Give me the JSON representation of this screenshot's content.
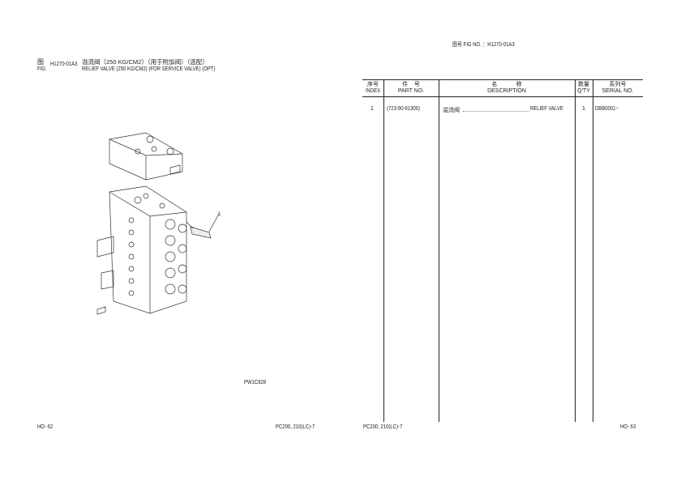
{
  "left_page": {
    "fig_label_cn": "图",
    "fig_label_en": "FIG.",
    "fig_no": "H1270-01A3",
    "title_cn": "溢流阀（250 KG/CM2）（用于附加阀）（选配）",
    "title_en": "RELIEF VALVE (250 KG/CM2) (FOR SERVICE VALVE) (OPT)",
    "callout": "1",
    "illustration_code": "PW1C828",
    "page_no": "HO- 62",
    "model": "PC200, 210(LC)-7"
  },
  "right_page": {
    "fig_header": "图号  FIG NO. ：H1270-01A3",
    "columns": [
      {
        "cn": "序号",
        "en": "INDEX"
      },
      {
        "cn": "件    号",
        "en": "PART NO."
      },
      {
        "cn": "名            称",
        "en": "DESCRIPTION"
      },
      {
        "cn": "数量",
        "en": "Q'TY"
      },
      {
        "cn": "系列号",
        "en": "SERIAL NO."
      }
    ],
    "rows": [
      {
        "index": "1",
        "part_no": "(723-90-61300)",
        "desc_cn": "溢流阀",
        "desc_en": "RELIEF VALVE",
        "qty": "1",
        "serial": "DBB0001~"
      }
    ],
    "model": "PC200, 210(LC)-7",
    "page_no": "HO- 63"
  }
}
